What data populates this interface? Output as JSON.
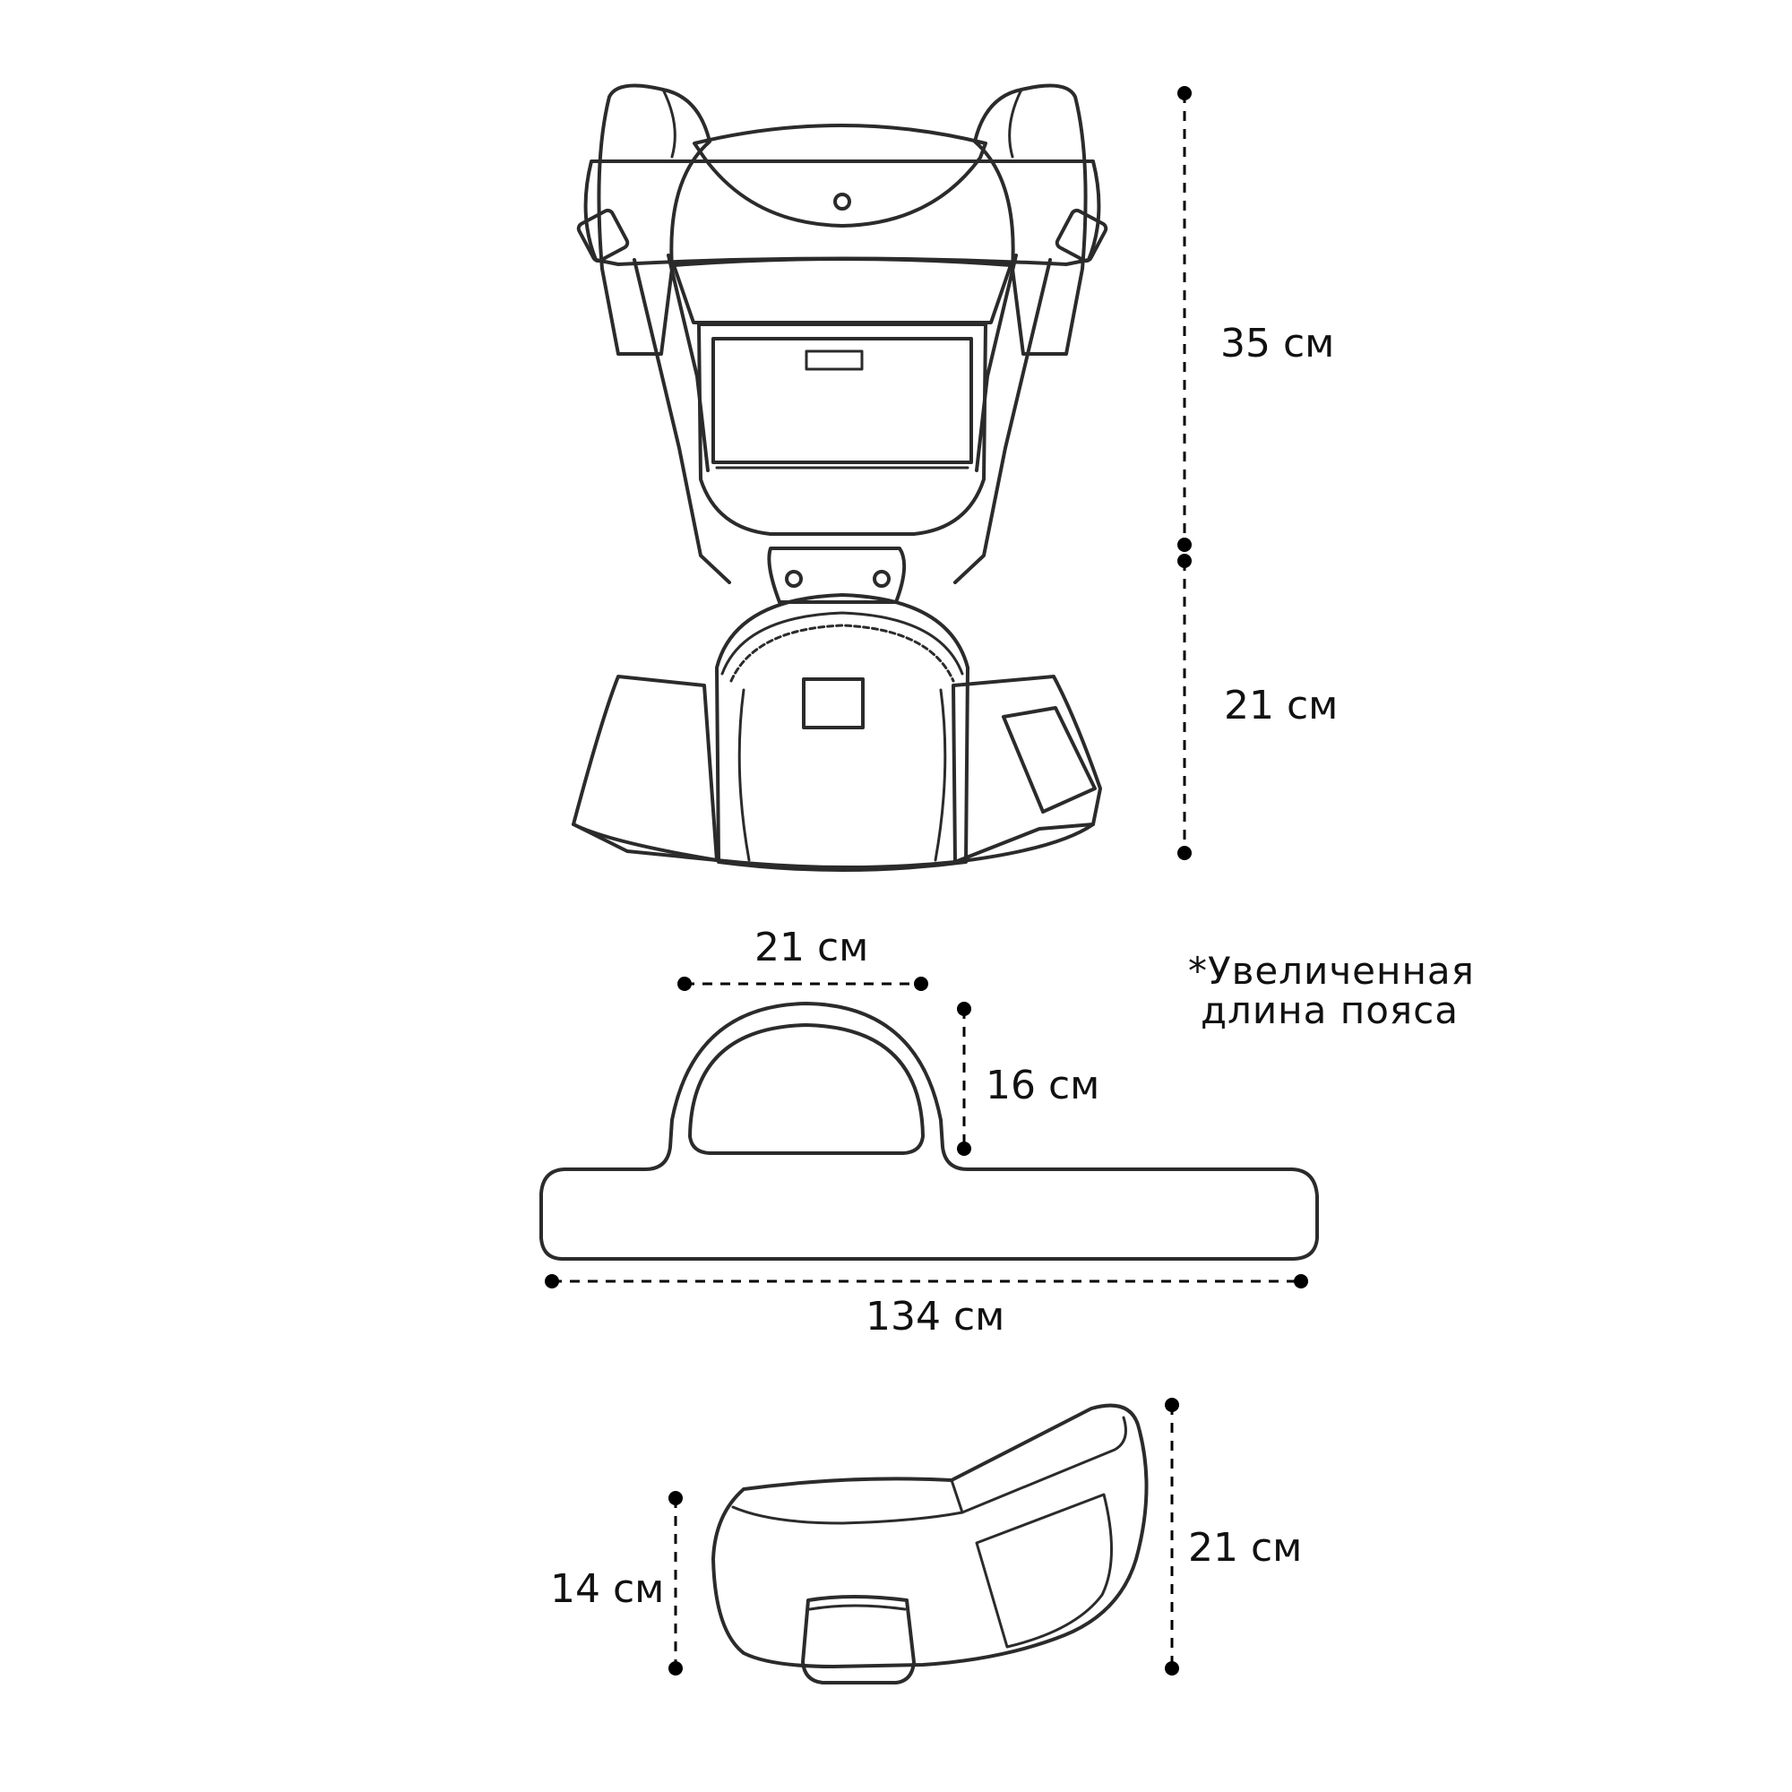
{
  "dimensions": {
    "carrier_top_height": "35 см",
    "carrier_bottom_height": "21 см",
    "seat_opening_width": "21 см",
    "seat_opening_height": "16 см",
    "belt_length": "134 см",
    "hipseat_front_height": "14 см",
    "hipseat_back_height": "21 см"
  },
  "note": {
    "line1": "*Увеличенная",
    "line2": "длина пояса"
  },
  "colors": {
    "outline": "#2b2b2b",
    "dimension": "#000000",
    "background": "#ffffff"
  }
}
